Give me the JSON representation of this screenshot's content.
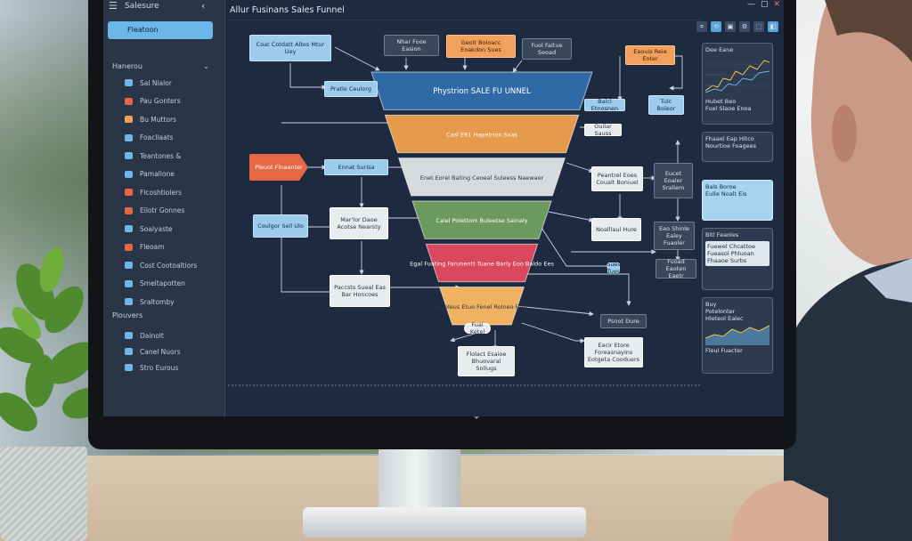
{
  "app": {
    "window_title": "Allur Fusinans Sales Funnel",
    "window_controls": [
      "—",
      "▢",
      "✕"
    ],
    "toolbar_buttons": [
      "⌗",
      "⟲",
      "▣",
      "⚙",
      "⬚",
      "◧"
    ]
  },
  "sidebar": {
    "menu_glyph": "☰",
    "title": "Salesure",
    "collapse_glyph": "‹",
    "active_item": "Fleatoon",
    "section_1": "Hanerou",
    "section_1_chevron": "⌄",
    "items": [
      {
        "label": "Sal Nialor",
        "color": "#6cb6ea"
      },
      {
        "label": "Pau Gonters",
        "color": "#e56744"
      },
      {
        "label": "Bu Muttors",
        "color": "#f2a15c"
      },
      {
        "label": "Foacllaats",
        "color": "#6cb6ea"
      },
      {
        "label": "Teantones &",
        "color": "#6cb6ea"
      },
      {
        "label": "Pamallone",
        "color": "#6cb6ea"
      },
      {
        "label": "Flcoshtiolers",
        "color": "#e56744"
      },
      {
        "label": "Eilotr Gonnes",
        "color": "#e56744"
      },
      {
        "label": "Soalyaste",
        "color": "#6cb6ea"
      },
      {
        "label": "Fleoam",
        "color": "#e56744"
      },
      {
        "label": "Cost Cootoaltiors",
        "color": "#6cb6ea"
      },
      {
        "label": "Smeltapotten",
        "color": "#6cb6ea"
      },
      {
        "label": "Sraltomby",
        "color": "#6cb6ea"
      }
    ],
    "section_2": "Plouvers",
    "items_2": [
      {
        "label": "Dainolt",
        "color": "#6cb6ea"
      },
      {
        "label": "Canel Nuors",
        "color": "#6cb6ea"
      },
      {
        "label": "Stro Eurous",
        "color": "#6cb6ea"
      }
    ]
  },
  "funnel": {
    "stages": [
      {
        "label": "Phystrion SALE FU UNNEL",
        "color": "#2f6aa6"
      },
      {
        "label": "Casl E91 Hapetrion Sxas",
        "color": "#e59a4c"
      },
      {
        "label": "Enet Eorel Bating Ceoeal Suleess Naewaer",
        "color": "#d7dadd"
      },
      {
        "label": "Calel Polettom Buleetse Sainaly",
        "color": "#6c9a5e"
      },
      {
        "label": "Egal Fuating Farunentt Tuane Barly Eoo Baldo Ees",
        "color": "#d9485c"
      },
      {
        "label": "Buoleus Etuo Fenel Rolneo Faio",
        "color": "#f0b261"
      }
    ],
    "bottom_badge": "Fual Ketel"
  },
  "nodes": {
    "top_left": "Coat Cotdatt Altes Mtur Uey",
    "top_1": "Nhar Fooe Easion",
    "top_2": "Geolt Boloacc Eoakdon Sues",
    "top_3": "Fuol Faitue Seoad",
    "left_1": "Pratle Ceulorg",
    "left_2": "Pleuot Flnaanter",
    "left_3": "Ennat Surisa",
    "left_4": "Mar'lor Daoe Acotse Nearsty",
    "left_5": "Coulgor Sell Ulo",
    "left_6": "Paccsts Sueal Eas Bar Honcoes",
    "right_orange": "Eaouis Reie Eoter",
    "right_1": "Balcl Etnosnen",
    "right_2": "Tulc Boleor",
    "right_3": "Ouilar Sauss",
    "right_4": "Peantrel Eoes Coualt Boniuel",
    "right_5": "Eucet Eoaler Sraliem",
    "right_6": "Noalllaul Hure",
    "right_7": "Eao Shinle Ealey Fuaoler",
    "right_8": "Fuoad Eaoten Eaetr",
    "right_9": "Sues Tues",
    "right_10": "Psnot Dure",
    "bottom_1": "Flolact Esaioe Bhuovaral Sollugs",
    "bottom_2": "Eacir Etore Foreasnayins Eotgeta Cooduers"
  },
  "cards": {
    "chart_card_title": "Dee Eane",
    "chart_card_lines": [
      "Hubet Beo",
      "Fuel Slaoe Enoa"
    ],
    "card_2_lines": [
      "Fhaael Eap Hitco",
      "Nourtioe Foagees"
    ],
    "card_3_lines": [
      "Bals Boroe",
      "Eulle Noalt Eis"
    ],
    "card_4_title": "Bitl Feaoles",
    "card_4_lines": [
      "Fuewel Chcattoe",
      "Fueasol Phluoan",
      "Fhaaoe Surbs"
    ],
    "card_5_lines": [
      "Buy",
      "Potelonter",
      "Hleteol Ealec"
    ],
    "card_5_footer": "Fleul Fuacter"
  }
}
